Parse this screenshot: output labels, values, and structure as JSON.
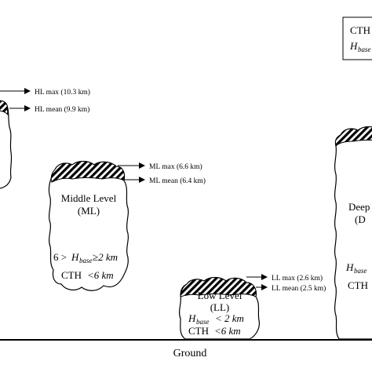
{
  "legend_box": {
    "line1": "CTH",
    "line2_sym": "H",
    "line2_sub": "base"
  },
  "ground": {
    "label": "Ground"
  },
  "high_level": {
    "max_label": "HL max (10.3 km)",
    "mean_label": "HL mean (9.9 km)"
  },
  "middle_level": {
    "title_line1": "Middle Level",
    "title_line2": "(ML)",
    "cond1_prefix": "6 >",
    "cond1_sym": "H",
    "cond1_sub": "base",
    "cond1_suffix": "≥2 km",
    "cond2_prefix": "CTH",
    "cond2_suffix": "<6 km",
    "max_label": "ML max (6.6 km)",
    "mean_label": "ML mean (6.4 km)"
  },
  "low_level": {
    "title_line1": "Low Level",
    "title_line2": "(LL)",
    "cond1_sym": "H",
    "cond1_sub": "base",
    "cond1_suffix": "< 2 km",
    "cond2_prefix": "CTH",
    "cond2_suffix": "<6 km",
    "max_label": "LL max (2.6 km)",
    "mean_label": "LL mean (2.5 km)"
  },
  "deep": {
    "title_line1": "Deep",
    "title_line2": "(D",
    "cond1_sym": "H",
    "cond1_sub": "base",
    "cond2_prefix": "CTH"
  }
}
